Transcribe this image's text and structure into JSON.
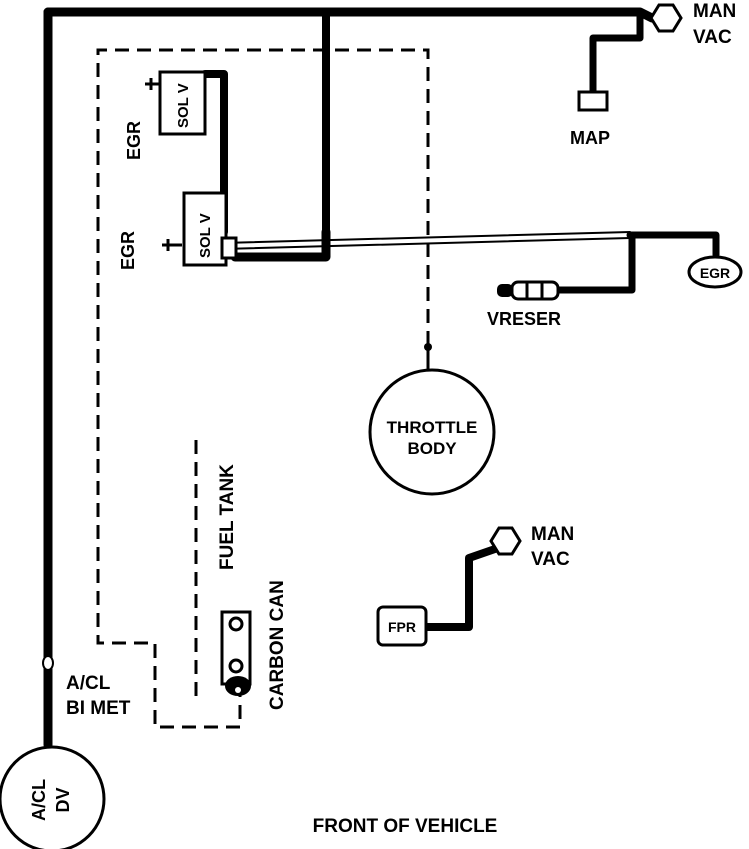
{
  "labels": {
    "man_vac_top_line1": "MAN",
    "man_vac_top_line2": "VAC",
    "map": "MAP",
    "egr_upper": "EGR",
    "egr_lower": "EGR",
    "sol_v_upper": "SOL V",
    "sol_v_lower": "SOL V",
    "egr_valve": "EGR",
    "vreser": "VRESER",
    "throttle_body_line1": "THROTTLE",
    "throttle_body_line2": "BODY",
    "fuel_tank": "FUEL TANK",
    "carbon_can": "CARBON CAN",
    "man_vac_bottom_line1": "MAN",
    "man_vac_bottom_line2": "VAC",
    "fpr": "FPR",
    "acl_bimet_line1": "A/CL",
    "acl_bimet_line2": "BI MET",
    "acl_dv_line1": "A/CL",
    "acl_dv_line2": "DV",
    "front_of_vehicle": "FRONT OF VEHICLE"
  },
  "colors": {
    "line": "#000000",
    "background": "#ffffff"
  }
}
